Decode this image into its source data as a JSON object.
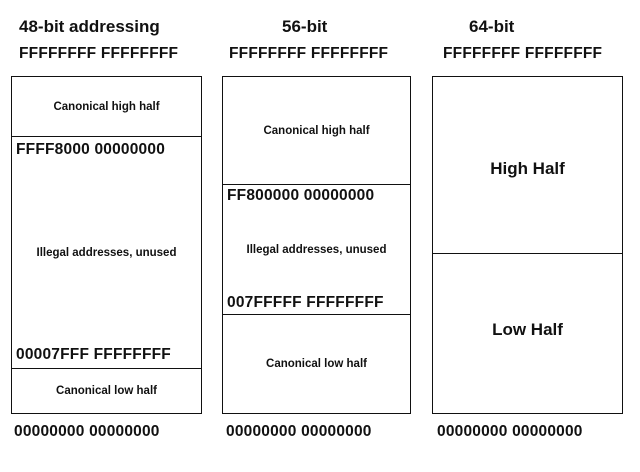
{
  "columns": [
    {
      "title": "48-bit addressing",
      "top_address": "FFFFFFFF FFFFFFFF",
      "bottom_address": "00000000 00000000",
      "regions": [
        {
          "label": "Canonical high half"
        },
        {
          "label": "Illegal addresses, unused",
          "top_address": "FFFF8000 00000000",
          "bottom_address": "00007FFF FFFFFFFF"
        },
        {
          "label": "Canonical low half"
        }
      ]
    },
    {
      "title": "56-bit",
      "top_address": "FFFFFFFF FFFFFFFF",
      "bottom_address": "00000000 00000000",
      "regions": [
        {
          "label": "Canonical high half"
        },
        {
          "label": "Illegal addresses, unused",
          "top_address": "FF800000 00000000",
          "bottom_address": "007FFFFF FFFFFFFF"
        },
        {
          "label": "Canonical low half"
        }
      ]
    },
    {
      "title": "64-bit",
      "top_address": "FFFFFFFF FFFFFFFF",
      "bottom_address": "00000000 00000000",
      "regions": [
        {
          "label": "High Half"
        },
        {
          "label": "Low Half"
        }
      ]
    }
  ]
}
